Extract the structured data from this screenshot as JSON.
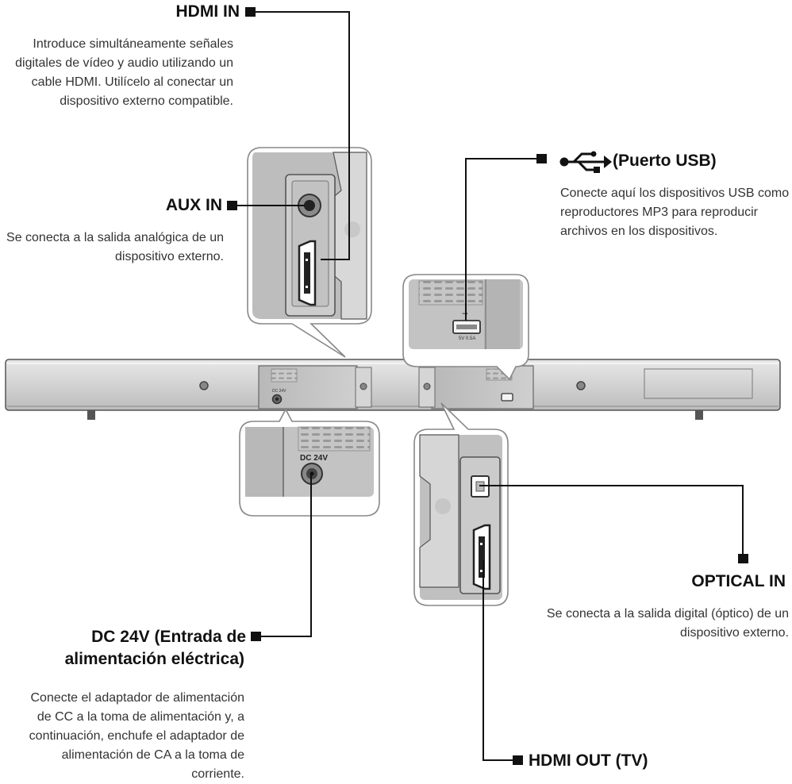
{
  "labels": {
    "hdmi_in": {
      "title": "HDMI IN",
      "desc": "Introduce simultáneamente señales digitales de vídeo y audio utilizando un cable HDMI. Utilícelo al conectar un dispositivo externo compatible."
    },
    "aux_in": {
      "title": "AUX IN",
      "desc": "Se conecta a la salida analógica de un dispositivo externo."
    },
    "usb": {
      "title": "(Puerto USB)",
      "desc": "Conecte aquí los dispositivos USB como reproductores MP3 para reproducir archivos en los dispositivos."
    },
    "dc_24v": {
      "title_line1": "DC 24V (Entrada de",
      "title_line2": "alimentación eléctrica)",
      "desc": "Conecte el adaptador de alimentación de CC a la toma de alimentación y, a continuación, enchufe el adaptador de alimentación de CA a la toma de corriente."
    },
    "optical_in": {
      "title": "OPTICAL IN",
      "desc": "Se conecta a la salida digital (óptico) de un dispositivo externo."
    },
    "hdmi_out": {
      "title": "HDMI OUT (TV)"
    }
  },
  "panel_marks": {
    "dc_port_small": "DC 24V",
    "dc_port_large": "DC 24V",
    "usb_rating": "5V 0.5A"
  },
  "icons": {
    "usb": "usb-trident-icon"
  },
  "colors": {
    "bar_body": "#d7d7d7",
    "panel_gray": "#bdbdbd",
    "callout_line": "#111111"
  }
}
